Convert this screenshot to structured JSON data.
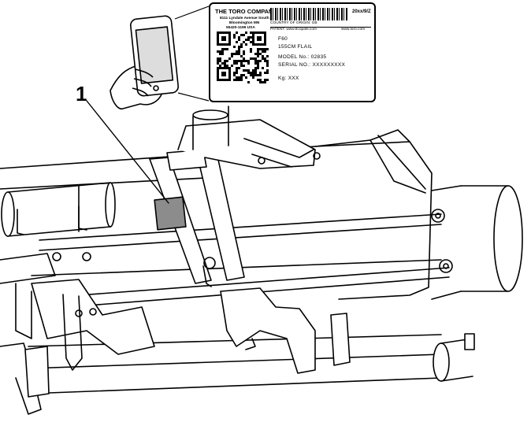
{
  "callout": {
    "number": "1"
  },
  "label": {
    "company": "THE TORO COMPANY",
    "address_line1": "8111 Lyndale Avenue South",
    "address_line2": "Bloomington MN",
    "address_line3": "55420-1196 USA",
    "lot_code": "20xx/9/Z",
    "country_of_origin": "COUNTRY OF ORIGIN: GB",
    "patent": "PATENT: www.ttcopats.com",
    "website": "www.toro.com",
    "model_code": "F60",
    "product_name": "155CM FLAIL",
    "model_no": "MODEL No.: 02835",
    "serial_no": "SERIAL NO.: XXXXXXXXX",
    "weight": "Kg: XXX"
  },
  "colors": {
    "ink": "#000000",
    "paper": "#ffffff",
    "decal": "#8c8c8c"
  },
  "icons": {
    "phone": "smartphone-icon",
    "hand": "hand-icon",
    "qr": "qr-code-icon"
  }
}
